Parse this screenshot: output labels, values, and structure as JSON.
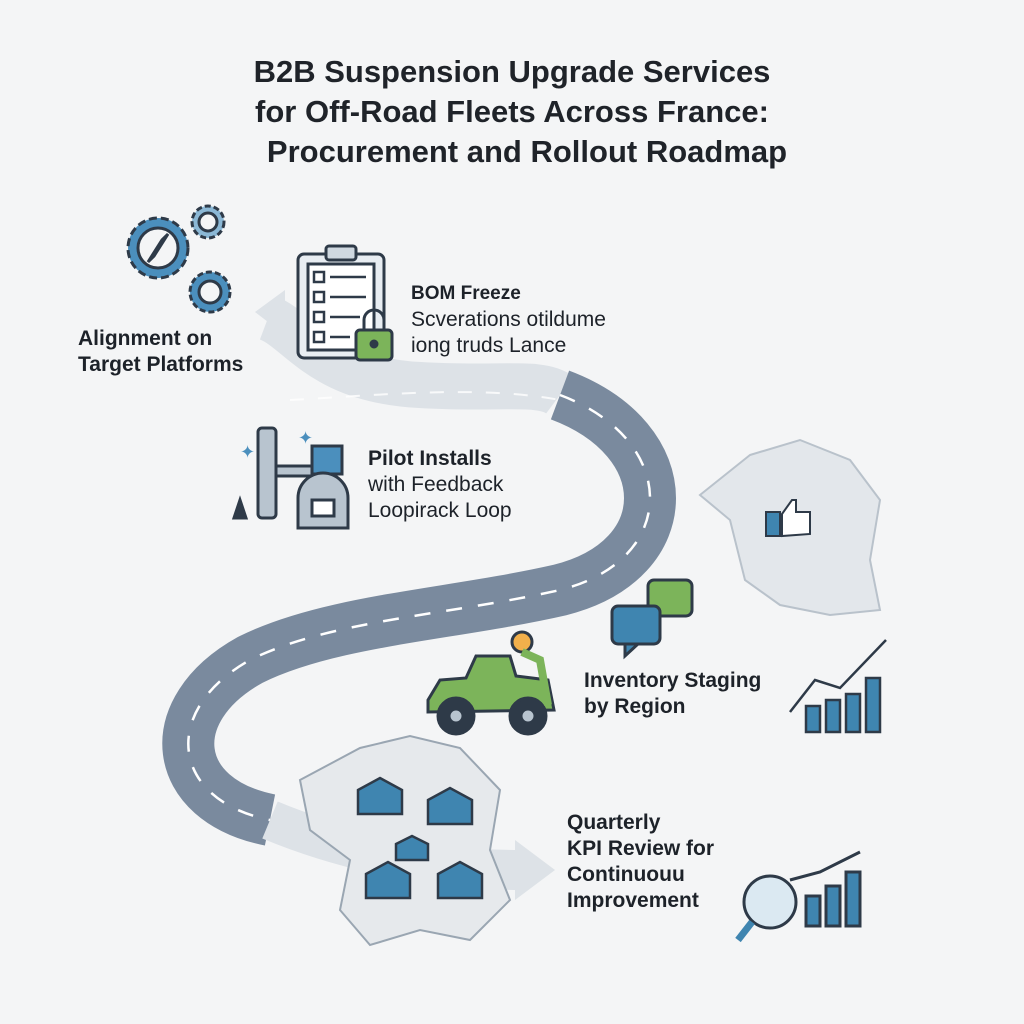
{
  "title": {
    "line1": "B2B Suspension Upgrade Services",
    "line2": "for Off-Road Fleets Across France:",
    "line3": "Procurement and Rollout Roadmap"
  },
  "steps": [
    {
      "title_lines": [
        "Alignment on",
        "Target Platforms"
      ],
      "icon": "gears-compass-icon"
    },
    {
      "title": "BOM Freeze",
      "sub_lines": [
        "Scverations otildume",
        "iong truds Lance"
      ],
      "icon": "clipboard-lock-icon"
    },
    {
      "title_lines": [
        "Pilot Installs",
        "with Feedback"
      ],
      "sub": "Loopirack Loop",
      "icon": "install-tool-icon"
    },
    {
      "title_lines": [
        "Inventory Staging",
        "by Region"
      ],
      "icon": "offroad-vehicle-mechanic-icon"
    },
    {
      "title_lines": [
        "Quarterly",
        "KPI Review for",
        "Continuouu",
        "Improvement"
      ],
      "icon": "magnifier-chart-icon"
    }
  ],
  "colors": {
    "road": "#75869b",
    "road_light": "#d9dee4",
    "accent_blue": "#3f85b0",
    "accent_green": "#7cb45a",
    "ink": "#2e3a48"
  }
}
